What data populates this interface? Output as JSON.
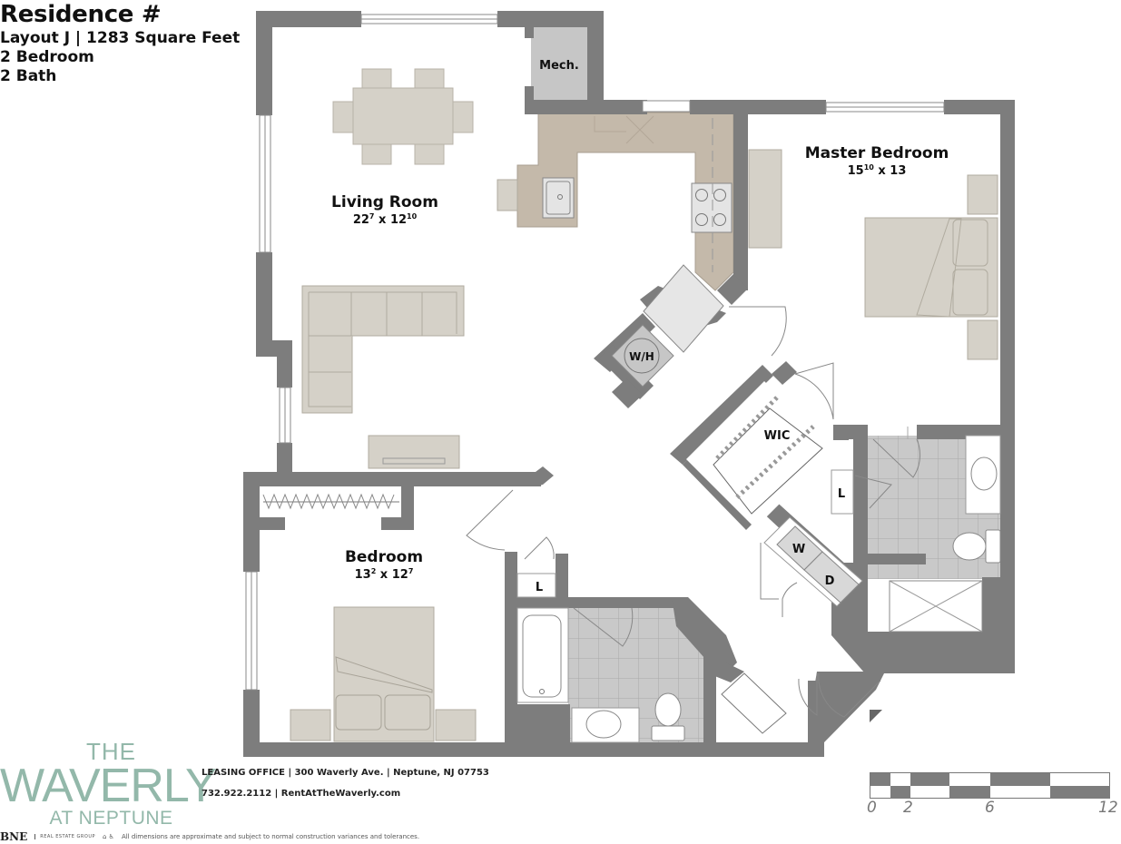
{
  "header": {
    "title": "Residence #",
    "layout_line": "Layout J  |  1283 Square Feet",
    "bedrooms": "2 Bedroom",
    "baths": "2 Bath"
  },
  "rooms": {
    "living": {
      "name": "Living Room",
      "dim_base_a": "22",
      "dim_sup_a": "7",
      "dim_x": " x ",
      "dim_base_b": "12",
      "dim_sup_b": "10"
    },
    "master": {
      "name": "Master Bedroom",
      "dim_base_a": "15",
      "dim_sup_a": "10",
      "dim_x": " x ",
      "dim_base_b": "13",
      "dim_sup_b": ""
    },
    "bedroom": {
      "name": "Bedroom",
      "dim_base_a": "13",
      "dim_sup_a": "2",
      "dim_x": " x ",
      "dim_base_b": "12",
      "dim_sup_b": "7"
    },
    "mech": "Mech.",
    "water_heater": "W/H",
    "wic": "WIC",
    "linen_1": "L",
    "linen_2": "L",
    "washer": "W",
    "dryer": "D"
  },
  "brand": {
    "the": "THE",
    "name": "WAVERLY",
    "sub": "AT NEPTUNE",
    "color": "#93b8aa"
  },
  "contact": {
    "address": "LEASING OFFICE  |  300 Waverly Ave.  |  Neptune, NJ 07753",
    "phone_web": "732.922.2112  |  RentAtTheWaverly.com"
  },
  "footer": {
    "company": "BNE",
    "company_sub": "REAL ESTATE GROUP",
    "housing_icons": "⌂ ♿",
    "disclaimer": "All dimensions are approximate and subject to normal construction variances and tolerances."
  },
  "scale": {
    "labels": [
      "0",
      "2",
      "6",
      "12"
    ]
  },
  "colors": {
    "wall": "#7d7d7d",
    "furniture": "#d5d1c8",
    "kitchen": "#c4b9aa",
    "tile": "#c8c8c8",
    "mech": "#c6c6c6"
  }
}
